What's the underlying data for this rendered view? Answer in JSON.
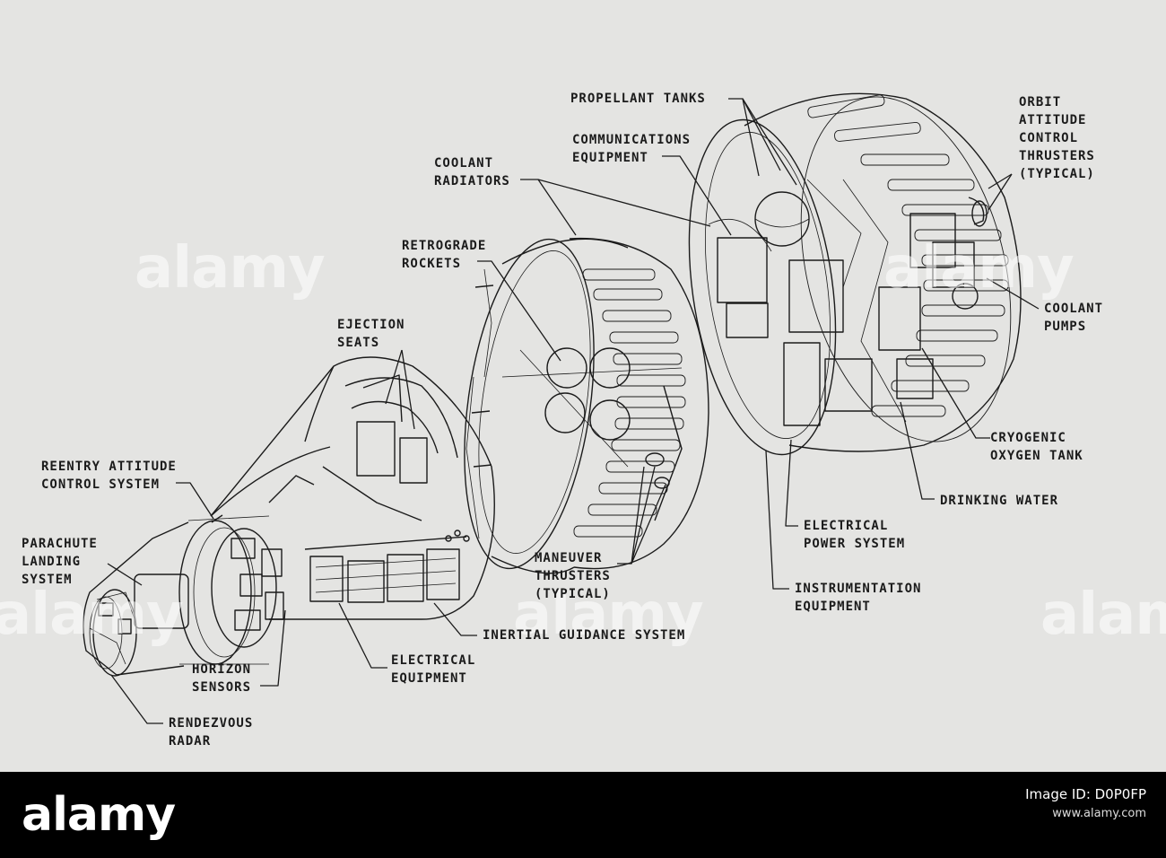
{
  "labels": {
    "propellant_tanks": "PROPELLANT TANKS",
    "orbit_attitude": "ORBIT\nATTITUDE\nCONTROL\nTHRUSTERS\n(TYPICAL)",
    "communications": "COMMUNICATIONS\nEQUIPMENT",
    "coolant_radiators": "COOLANT\nRADIATORS",
    "retrograde_rockets": "RETROGRADE\nROCKETS",
    "coolant_pumps": "COOLANT\nPUMPS",
    "ejection_seats": "EJECTION\nSEATS",
    "reentry_attitude": "REENTRY ATTITUDE\nCONTROL SYSTEM",
    "cryogenic_oxygen": "CRYOGENIC\nOXYGEN TANK",
    "drinking_water": "DRINKING WATER",
    "parachute_landing": "PARACHUTE\nLANDING\nSYSTEM",
    "electrical_power": "ELECTRICAL\nPOWER SYSTEM",
    "maneuver_thrusters": "MANEUVER\nTHRUSTERS\n(TYPICAL)",
    "instrumentation": "INSTRUMENTATION\nEQUIPMENT",
    "inertial_guidance": "INERTIAL GUIDANCE SYSTEM",
    "horizon_sensors": "HORIZON\nSENSORS",
    "electrical_equipment": "ELECTRICAL\nEQUIPMENT",
    "rendezvous_radar": "RENDEZVOUS\nRADAR"
  },
  "watermark": {
    "text": "alamy"
  },
  "footer": {
    "logo": "alamy",
    "line1": "Image ID: D0P0FP",
    "line2": "www.alamy.com"
  },
  "colors": {
    "background": "#e4e4e2",
    "ink": "#1b1b1b",
    "footer": "#000000"
  }
}
